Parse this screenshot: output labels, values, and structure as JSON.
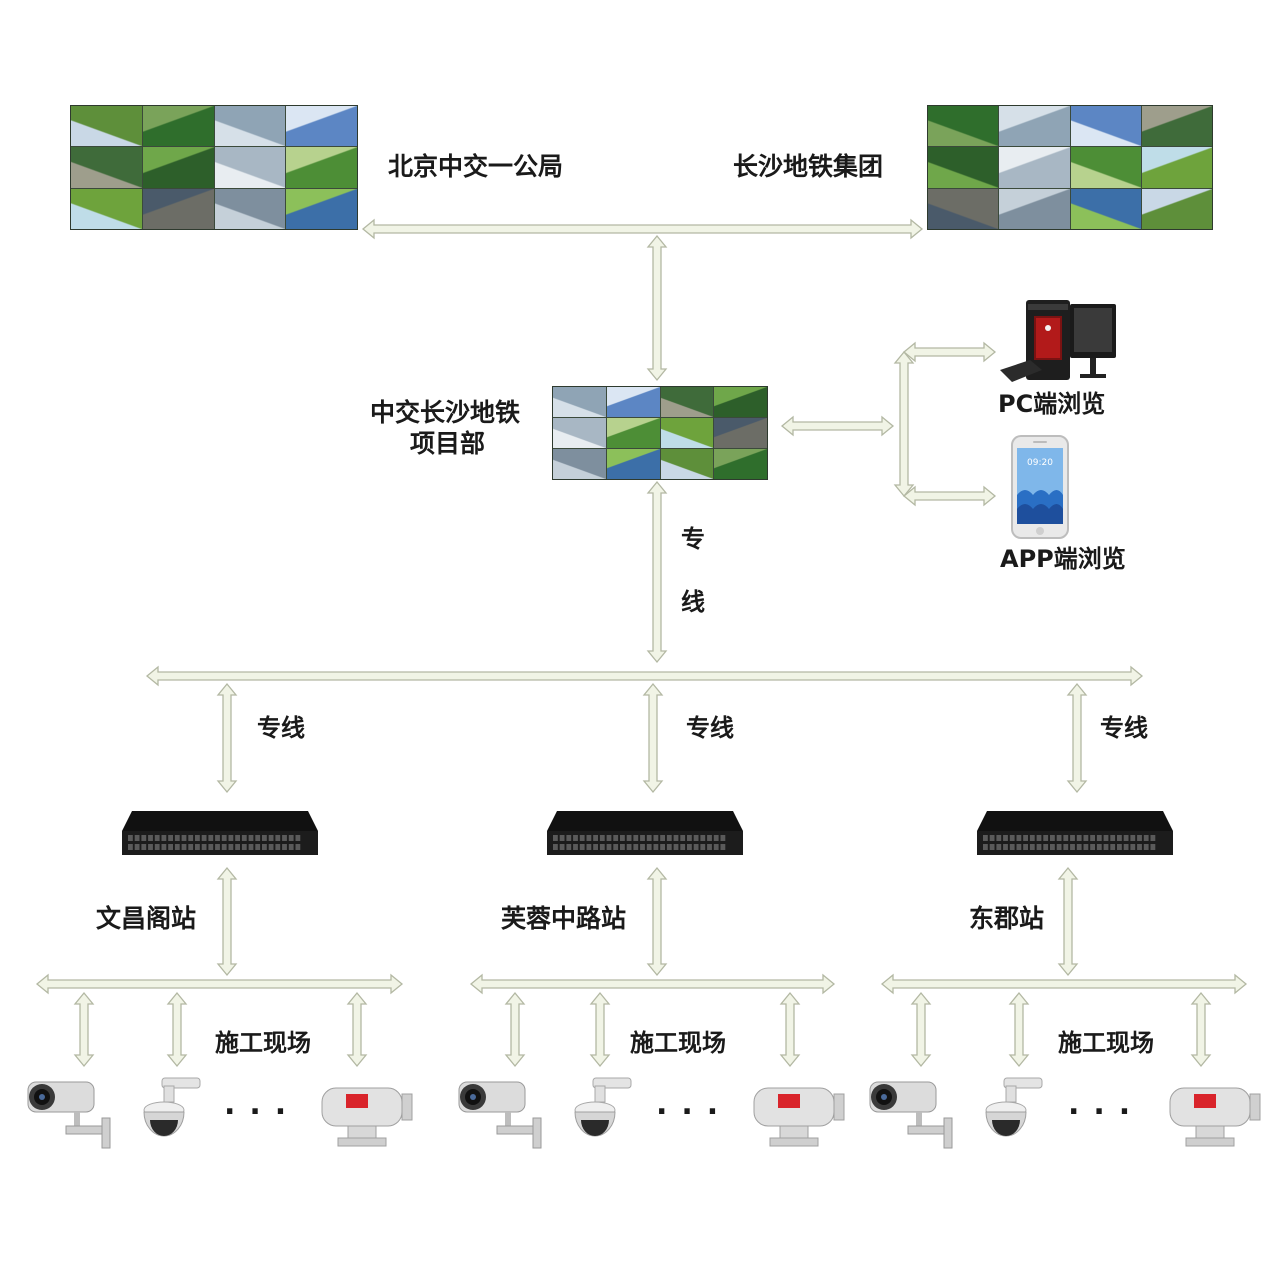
{
  "labels": {
    "beijing_company": "北京中交一公局",
    "changsha_metro_group": "长沙地铁集团",
    "project_dept_line1": "中交长沙地铁",
    "project_dept_line2": "项目部",
    "pc_view": "PC端浏览",
    "app_view": "APP端浏览",
    "dedicated_line_vertical": [
      "专",
      "线"
    ],
    "dedicated_line": "专线",
    "stations": [
      "文昌阁站",
      "芙蓉中路站",
      "东郡站"
    ],
    "construction_site": "施工现场",
    "ellipsis": "..."
  },
  "phone_time": "09:20",
  "colors": {
    "arrow_fill": "#f1f4e6",
    "arrow_stroke": "#b3b8a3",
    "switch_body": "#1c1c1c",
    "text": "#1a1a1a",
    "camera_red": "#d9242b"
  },
  "icons": {
    "video_wall": "video-wall-icon",
    "switch": "network-switch-icon",
    "pc": "desktop-pc-icon",
    "phone": "smartphone-icon",
    "bullet_camera": "bullet-camera-icon",
    "dome_camera": "dome-camera-icon",
    "ptz_camera": "ptz-camera-icon"
  }
}
